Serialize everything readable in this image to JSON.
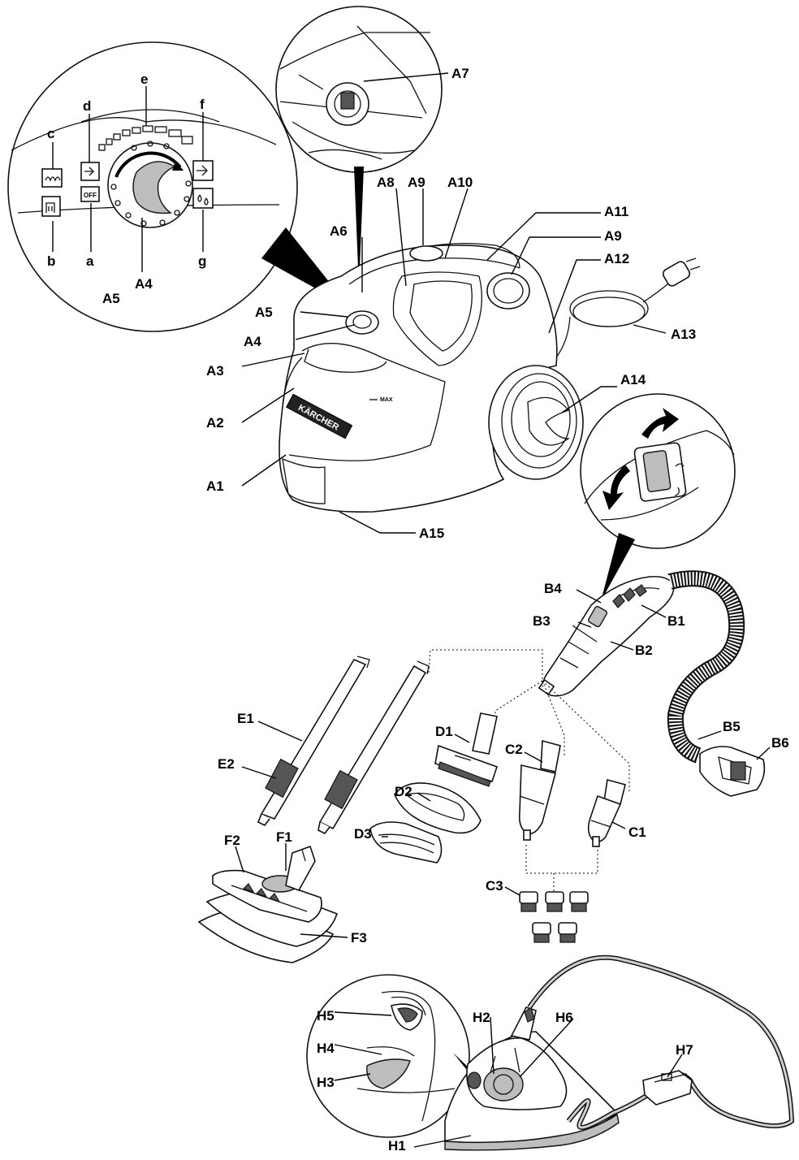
{
  "labels": {
    "a": "a",
    "b": "b",
    "c": "c",
    "d": "d",
    "e": "e",
    "f": "f",
    "g": "g",
    "A1": "A1",
    "A2": "A2",
    "A3": "A3",
    "A4": "A4",
    "A4z": "A4",
    "A5": "A5",
    "A5z": "A5",
    "A6": "A6",
    "A7": "A7",
    "A8": "A8",
    "A9": "A9",
    "A9b": "A9",
    "A10": "A10",
    "A11": "A11",
    "A12": "A12",
    "A13": "A13",
    "A14": "A14",
    "A15": "A15",
    "B1": "B1",
    "B2": "B2",
    "B3": "B3",
    "B4": "B4",
    "B5": "B5",
    "B6": "B6",
    "C1": "C1",
    "C2": "C2",
    "C3": "C3",
    "D1": "D1",
    "D2": "D2",
    "D3": "D3",
    "E1": "E1",
    "E2": "E2",
    "F1": "F1",
    "F2": "F2",
    "F3": "F3",
    "H1": "H1",
    "H2": "H2",
    "H3": "H3",
    "H4": "H4",
    "H5": "H5",
    "H6": "H6",
    "H7": "H7"
  },
  "device_text": {
    "brand": "KÄRCHER",
    "max": "MAX",
    "off_button": "OFF"
  }
}
